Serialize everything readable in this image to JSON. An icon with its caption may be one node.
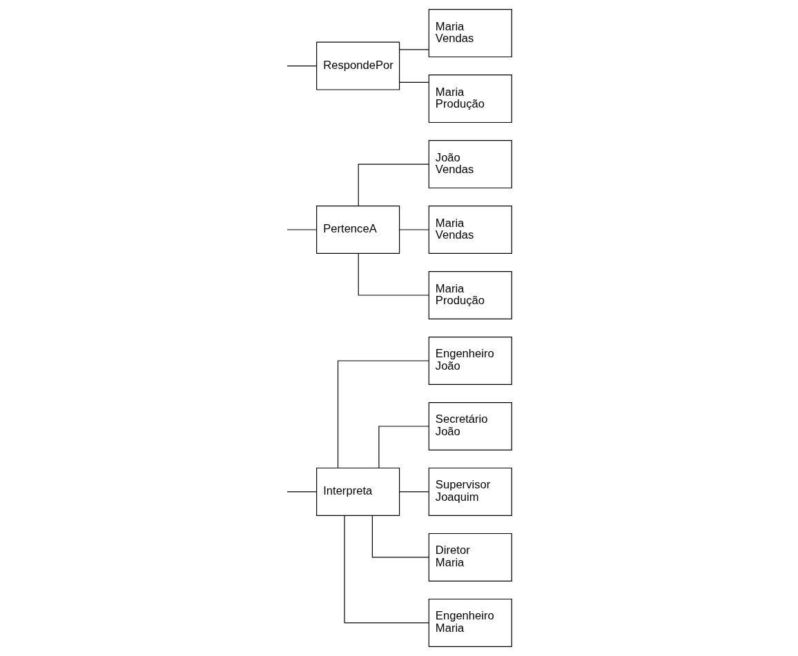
{
  "diagram": {
    "nodes": [
      {
        "text": [
          "Interpreta"
        ]
      },
      {
        "text": [
          "Engenheiro",
          "João"
        ]
      },
      {
        "text": [
          "Secretário",
          "João"
        ]
      },
      {
        "text": [
          "Supervisor",
          "Joaquim"
        ]
      },
      {
        "text": [
          "Diretor",
          "Maria"
        ]
      },
      {
        "text": [
          "Engenheiro",
          "Maria"
        ]
      },
      {
        "text": [
          "PertenceA"
        ]
      },
      {
        "text": [
          "João",
          "Vendas"
        ]
      },
      {
        "text": [
          "Maria",
          "Vendas"
        ]
      },
      {
        "text": [
          "Maria",
          "Produção"
        ]
      },
      {
        "text": [
          "RespondePor"
        ]
      },
      {
        "text": [
          "Maria",
          "Vendas"
        ]
      },
      {
        "text": [
          "Maria",
          "Produção"
        ]
      }
    ],
    "edges": [
      {
        "from": null,
        "to": 0,
        "arrow": "none"
      },
      {
        "from": 0,
        "to": 1,
        "arrow": "none"
      },
      {
        "from": 0,
        "to": 2,
        "arrow": "none"
      },
      {
        "from": 0,
        "to": 3,
        "arrow": "none"
      },
      {
        "from": 0,
        "to": 4,
        "arrow": "none"
      },
      {
        "from": 0,
        "to": 5,
        "arrow": "none"
      },
      {
        "from": null,
        "to": 6,
        "arrow": "none"
      },
      {
        "from": 6,
        "to": 7,
        "arrow": "none"
      },
      {
        "from": 6,
        "to": 8,
        "arrow": "none"
      },
      {
        "from": 6,
        "to": 9,
        "arrow": "none"
      },
      {
        "from": null,
        "to": 10,
        "arrow": "none"
      },
      {
        "from": 10,
        "to": 11,
        "arrow": "none"
      },
      {
        "from": 10,
        "to": 12,
        "arrow": "none"
      }
    ]
  }
}
